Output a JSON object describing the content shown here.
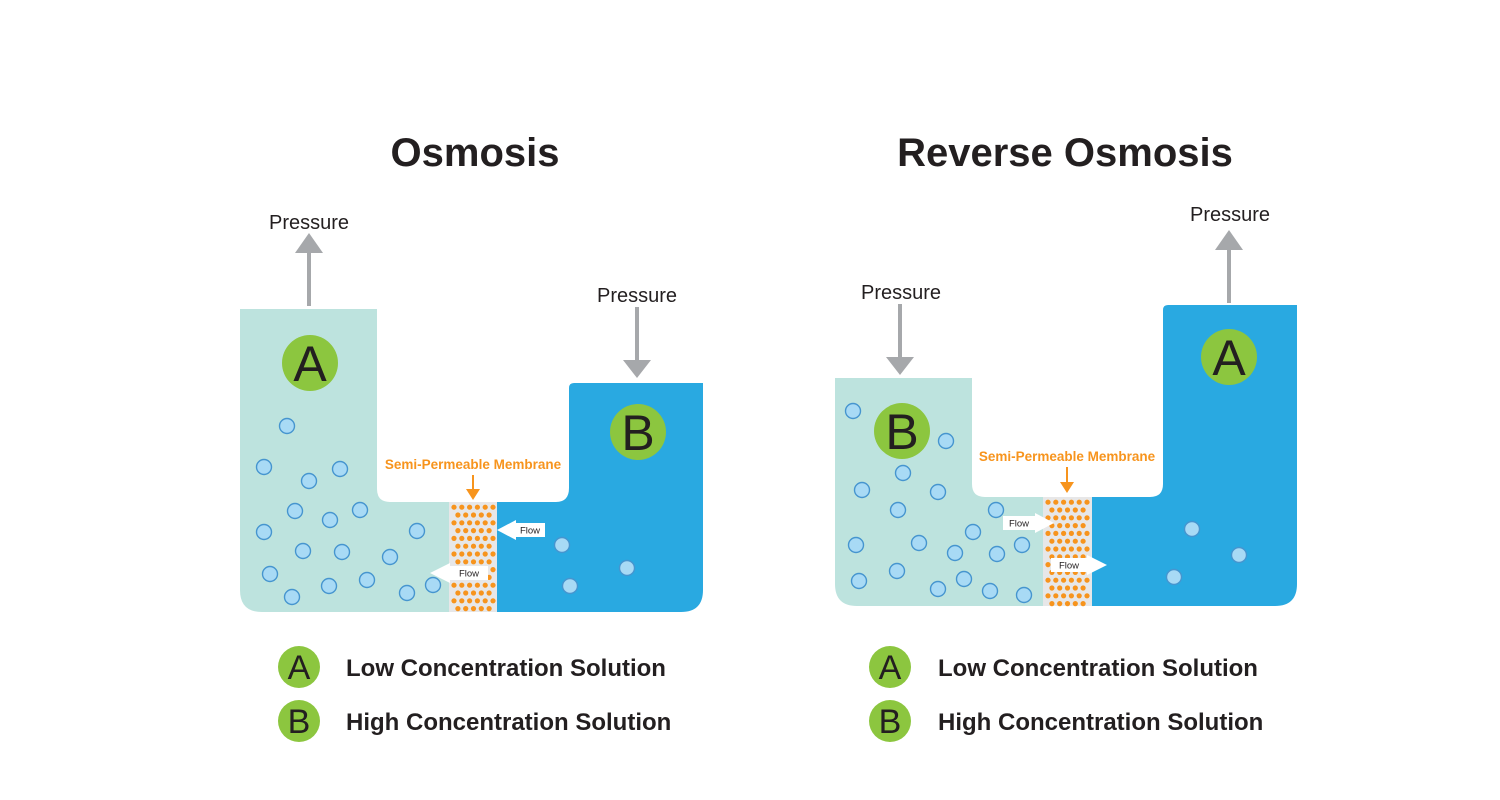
{
  "colors": {
    "dilute_container": "#bde3de",
    "concentrated_container": "#29a9e1",
    "badge_green": "#8cc63f",
    "membrane_orange": "#f7941d",
    "membrane_bg": "#e7e7e8",
    "arrow_gray": "#a6a8ab",
    "particle_fill": "#a8daf5",
    "particle_stroke": "#4695cf",
    "text_dark": "#231f20",
    "flow_bg": "#ffffff"
  },
  "diagrams": [
    {
      "title": "Osmosis",
      "pressure_left": "Pressure",
      "pressure_right": "Pressure",
      "membrane_label": "Semi-Permeable Membrane",
      "flow_upper": "Flow",
      "flow_lower": "Flow",
      "label_dilute": "A",
      "label_concentrated": "B",
      "particles_dilute": [
        [
          287,
          426
        ],
        [
          264,
          467
        ],
        [
          340,
          469
        ],
        [
          309,
          481
        ],
        [
          295,
          511
        ],
        [
          360,
          510
        ],
        [
          330,
          520
        ],
        [
          264,
          532
        ],
        [
          417,
          531
        ],
        [
          303,
          551
        ],
        [
          342,
          552
        ],
        [
          390,
          557
        ],
        [
          270,
          574
        ],
        [
          329,
          586
        ],
        [
          367,
          580
        ],
        [
          433,
          585
        ],
        [
          292,
          597
        ],
        [
          407,
          593
        ]
      ],
      "particles_concentrated": [
        [
          562,
          545
        ],
        [
          627,
          568
        ],
        [
          570,
          586
        ]
      ],
      "legend": [
        {
          "badge": "A",
          "text": "Low Concentration Solution"
        },
        {
          "badge": "B",
          "text": "High Concentration Solution"
        }
      ]
    },
    {
      "title": "Reverse Osmosis",
      "pressure_left": "Pressure",
      "pressure_right": "Pressure",
      "membrane_label": "Semi-Permeable Membrane",
      "flow_upper": "Flow",
      "flow_lower": "Flow",
      "label_dilute": "B",
      "label_concentrated": "A",
      "particles_dilute": [
        [
          853,
          411
        ],
        [
          946,
          441
        ],
        [
          903,
          473
        ],
        [
          862,
          490
        ],
        [
          938,
          492
        ],
        [
          898,
          510
        ],
        [
          996,
          510
        ],
        [
          973,
          532
        ],
        [
          856,
          545
        ],
        [
          919,
          543
        ],
        [
          955,
          553
        ],
        [
          997,
          554
        ],
        [
          1022,
          545
        ],
        [
          897,
          571
        ],
        [
          859,
          581
        ],
        [
          964,
          579
        ],
        [
          938,
          589
        ],
        [
          990,
          591
        ],
        [
          1024,
          595
        ]
      ],
      "particles_concentrated": [
        [
          1192,
          529
        ],
        [
          1239,
          555
        ],
        [
          1174,
          577
        ]
      ],
      "legend": [
        {
          "badge": "A",
          "text": "Low Concentration Solution"
        },
        {
          "badge": "B",
          "text": "High Concentration Solution"
        }
      ]
    }
  ]
}
